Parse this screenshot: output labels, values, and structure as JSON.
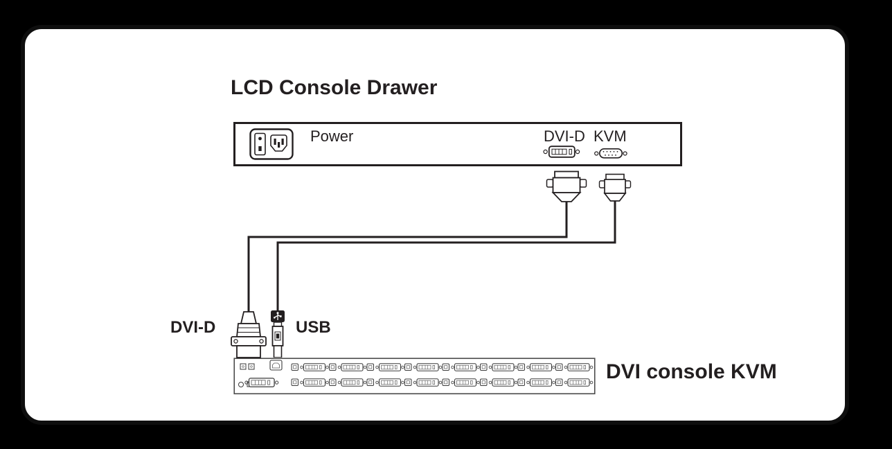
{
  "colors": {
    "page_background": "#000000",
    "panel_background": "#ffffff",
    "line_color": "#231f20"
  },
  "diagram": {
    "title": "LCD Console Drawer",
    "drawer": {
      "power_label": "Power",
      "dvi_port_label": "DVI-D",
      "kvm_port_label": "KVM"
    },
    "cables": {
      "dvi_connector_label": "DVI-D",
      "usb_connector_label": "USB"
    },
    "kvm_switch": {
      "label": "DVI console KVM"
    }
  }
}
